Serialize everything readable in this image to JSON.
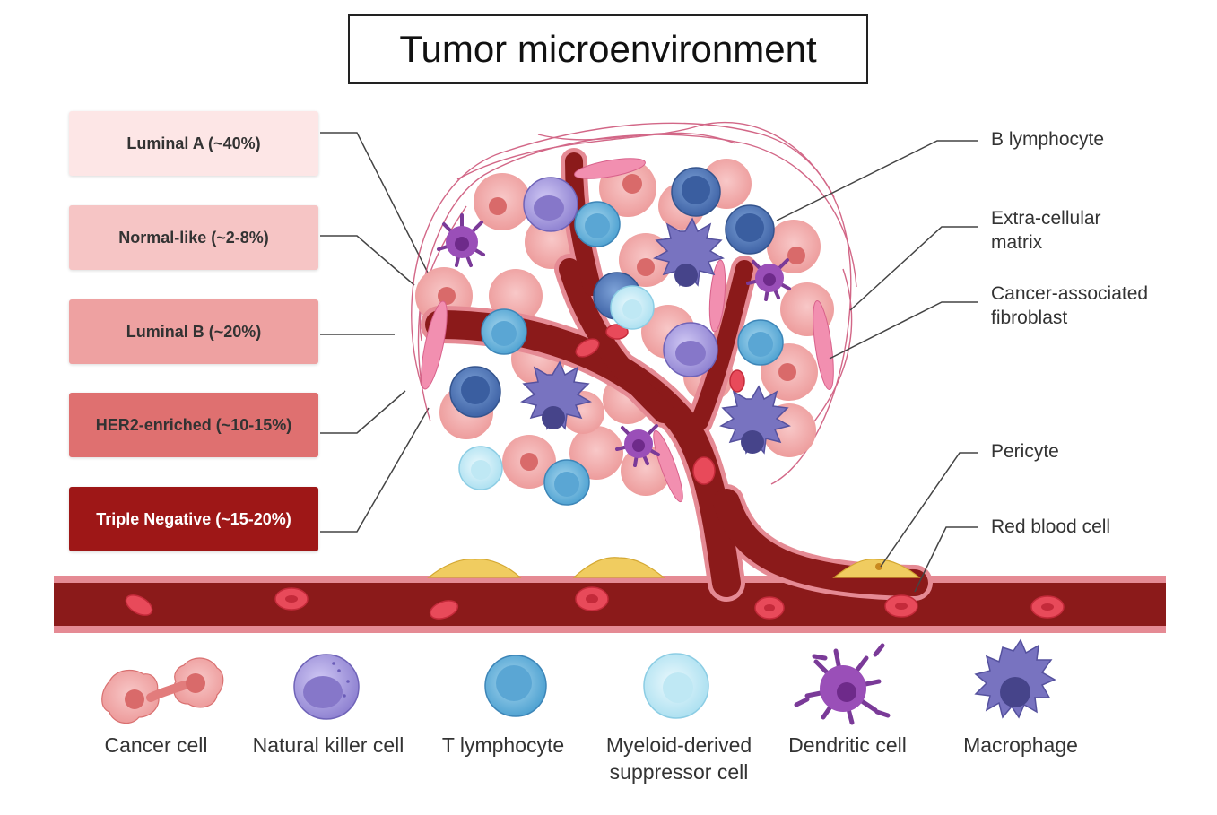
{
  "title": "Tumor microenvironment",
  "subtypes": [
    {
      "label": "Luminal A (~40%)",
      "bg": "#fde6e6",
      "fg": "#333333"
    },
    {
      "label": "Normal-like (~2-8%)",
      "bg": "#f6c5c5",
      "fg": "#333333"
    },
    {
      "label": "Luminal B (~20%)",
      "bg": "#eea1a1",
      "fg": "#333333"
    },
    {
      "label": "HER2-enriched (~10-15%)",
      "bg": "#df7070",
      "fg": "#333333"
    },
    {
      "label": "Triple Negative (~15-20%)",
      "bg": "#9e1717",
      "fg": "#ffffff"
    }
  ],
  "callouts": {
    "b_lymphocyte": "B lymphocyte",
    "ecm": "Extra-cellular matrix",
    "caf": "Cancer-associated fibroblast",
    "pericyte": "Pericyte",
    "rbc": "Red blood cell"
  },
  "legend": [
    {
      "label": "Cancer cell",
      "icon": "cancer-cell-icon"
    },
    {
      "label": "Natural killer cell",
      "icon": "nk-cell-icon"
    },
    {
      "label": "T lymphocyte",
      "icon": "t-lymphocyte-icon"
    },
    {
      "label": "Myeloid-derived suppressor cell",
      "icon": "mdsc-icon"
    },
    {
      "label": "Dendritic cell",
      "icon": "dendritic-cell-icon"
    },
    {
      "label": "Macrophage",
      "icon": "macrophage-icon"
    }
  ],
  "colors": {
    "vessel": "#8b1a1a",
    "vessel_wall": "#e58a94",
    "cancer_cell": "#f2a0a0",
    "nk": "#a99be0",
    "t_cell": "#6fb5dc",
    "mdsc": "#c9ecf6",
    "dendritic": "#9a4fb8",
    "macrophage": "#6f6db8",
    "b_cell": "#4f77b8",
    "pericyte": "#f0cc60"
  }
}
